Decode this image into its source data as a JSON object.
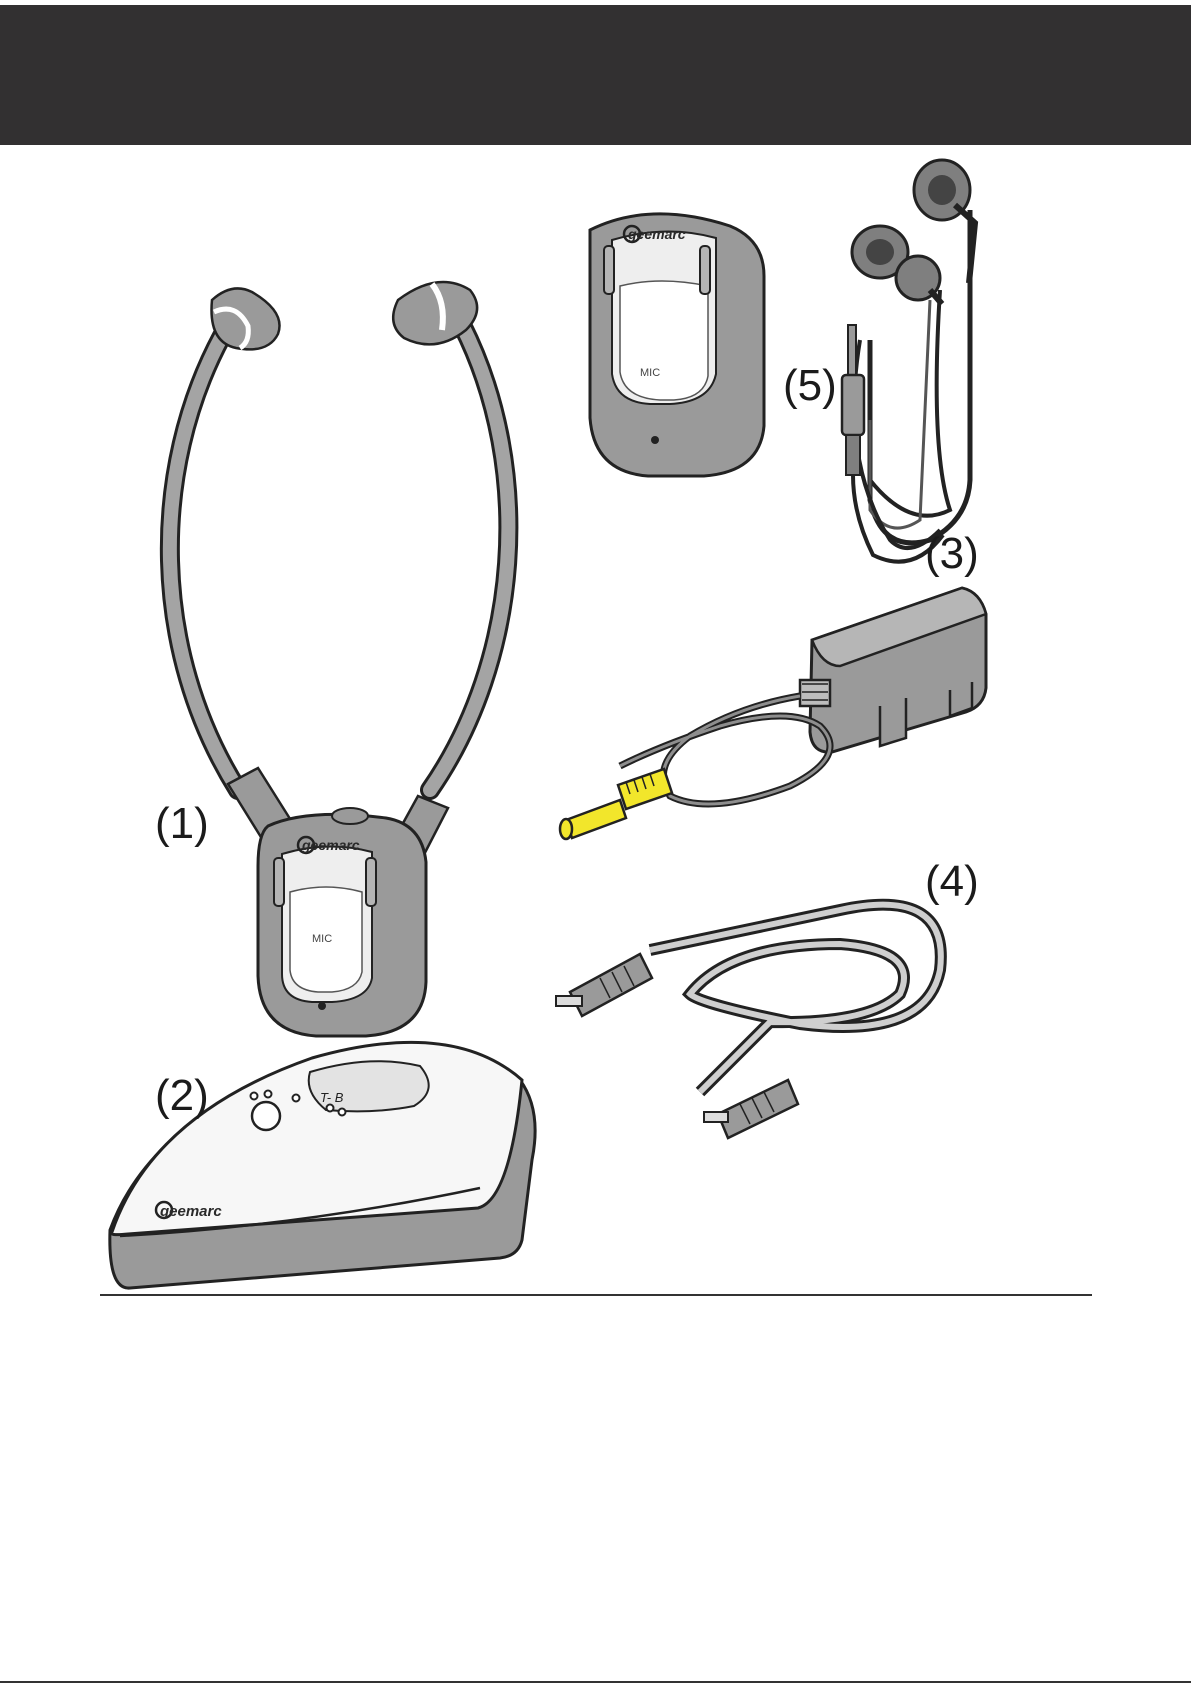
{
  "header": {
    "background_color": "#323031"
  },
  "items": [
    {
      "callout": "(1)",
      "brand": "geemarc",
      "mic_label": "MIC"
    },
    {
      "callout": "(2)",
      "brand": "geemarc",
      "panel_marks": "T- B"
    },
    {
      "callout": "(3)"
    },
    {
      "callout": "(4)"
    },
    {
      "callout": "(5)",
      "brand": "geemarc",
      "mic_label": "MIC"
    }
  ],
  "colors": {
    "device_grey": "#9a9a9a",
    "plug_yellow": "#f2e62b",
    "outline": "#222222"
  }
}
